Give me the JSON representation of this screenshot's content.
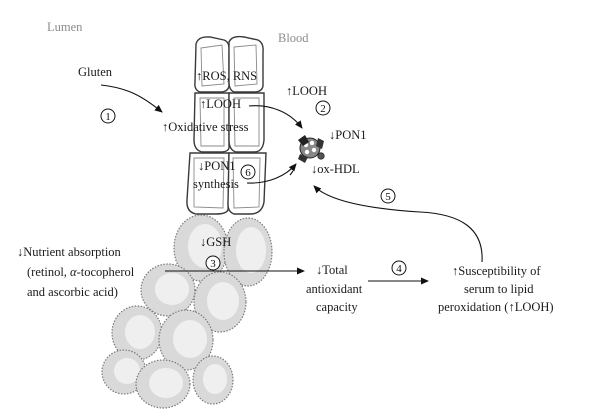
{
  "headers": {
    "lumen": "Lumen",
    "blood": "Blood"
  },
  "labels": {
    "gluten": "Gluten",
    "ros_rns": "↑ROS, RNS",
    "looh_cell": "↑LOOH",
    "oxidative_stress": "↑Oxidative stress",
    "looh_blood": "↑LOOH",
    "pon1_blood": "↓PON1",
    "ox_hdl": "↓ox-HDL",
    "pon1_synthesis_1": "↓PON1",
    "pon1_synthesis_2": "synthesis",
    "gsh": "↓GSH",
    "nutrient_1": "↓Nutrient absorption",
    "nutrient_2a": "(retinol, ",
    "nutrient_2b": "α",
    "nutrient_2c": "-tocopherol",
    "nutrient_3": "and ascorbic acid)",
    "antioxidant_1": "↓Total",
    "antioxidant_2": "antioxidant",
    "antioxidant_3": "capacity",
    "suscept_1": "↑Susceptibility of",
    "suscept_2": "serum to lipid",
    "suscept_3": "peroxidation (↑LOOH)"
  },
  "steps": [
    "1",
    "2",
    "3",
    "4",
    "5",
    "6"
  ]
}
